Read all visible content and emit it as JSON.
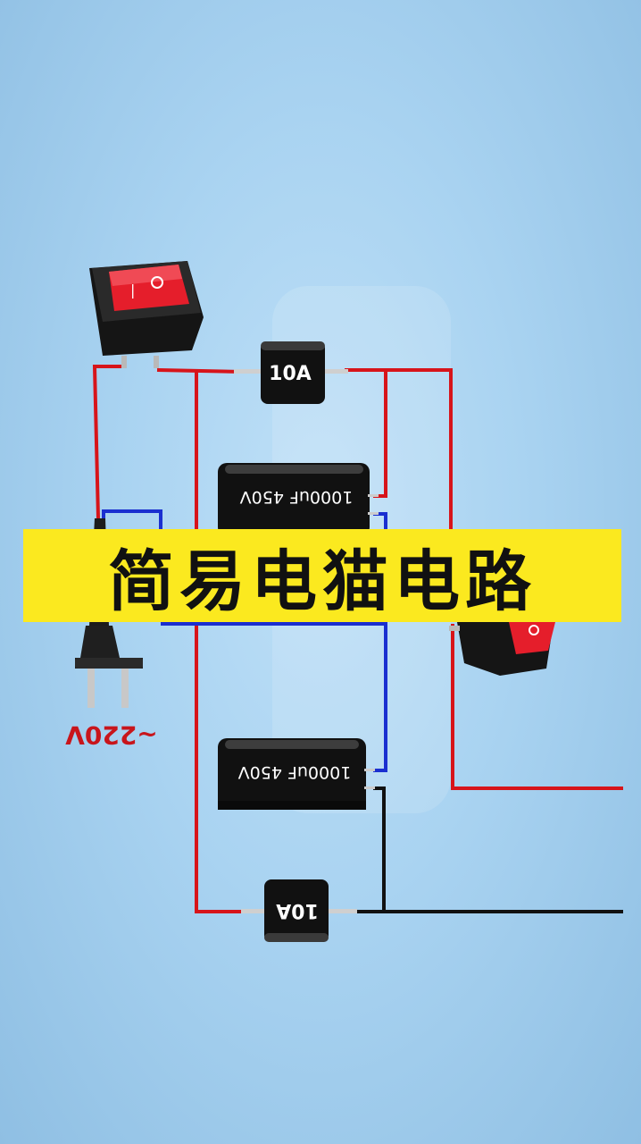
{
  "title": "简易电猫电路",
  "plug": {
    "voltage_label": "~220V"
  },
  "fuse_top": {
    "label": "10A"
  },
  "fuse_bottom": {
    "label": "10A"
  },
  "capacitor_top": {
    "label": "1000uF 450V"
  },
  "capacitor_bottom": {
    "label": "1000uF 450V"
  },
  "background_watermark": {
    "label": "1000uF 450V"
  },
  "colors": {
    "wire_live": "#d7141a",
    "wire_neutral": "#1a2fd0",
    "wire_output": "#111111",
    "title_bg": "#fbe91f",
    "switch_red": "#e51e2b"
  }
}
